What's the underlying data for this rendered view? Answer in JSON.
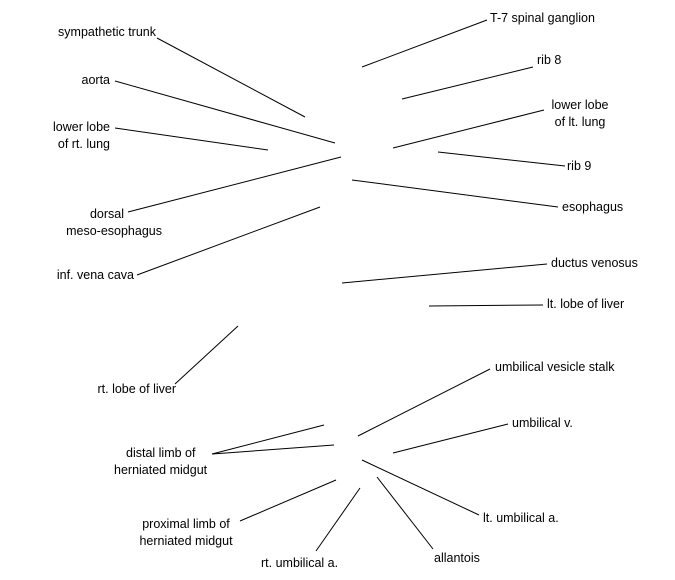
{
  "labels": {
    "sympathetic_trunk": "sympathetic trunk",
    "aorta": "aorta",
    "lower_lobe_rt_lung": [
      "lower lobe",
      "of rt. lung"
    ],
    "dorsal_meso_esophagus": [
      "dorsal",
      "meso-esophagus"
    ],
    "inf_vena_cava": "inf. vena cava",
    "rt_lobe_of_liver": "rt. lobe of liver",
    "distal_limb": [
      "distal limb of",
      "herniated midgut"
    ],
    "proximal_limb": [
      "proximal limb of",
      "herniated midgut"
    ],
    "rt_umbilical_a": "rt. umbilical a.",
    "t7_spinal_ganglion": "T-7 spinal ganglion",
    "rib_8": "rib 8",
    "lower_lobe_lt_lung": [
      "lower lobe",
      "of lt. lung"
    ],
    "rib_9": "rib 9",
    "esophagus": "esophagus",
    "ductus_venosus": "ductus venosus",
    "lt_lobe_of_liver": "lt. lobe of liver",
    "umbilical_vesicle_stalk": "umbilical vesicle stalk",
    "umbilical_v": "umbilical v.",
    "lt_umbilical_a": "lt. umbilical a.",
    "allantois": "allantois"
  }
}
